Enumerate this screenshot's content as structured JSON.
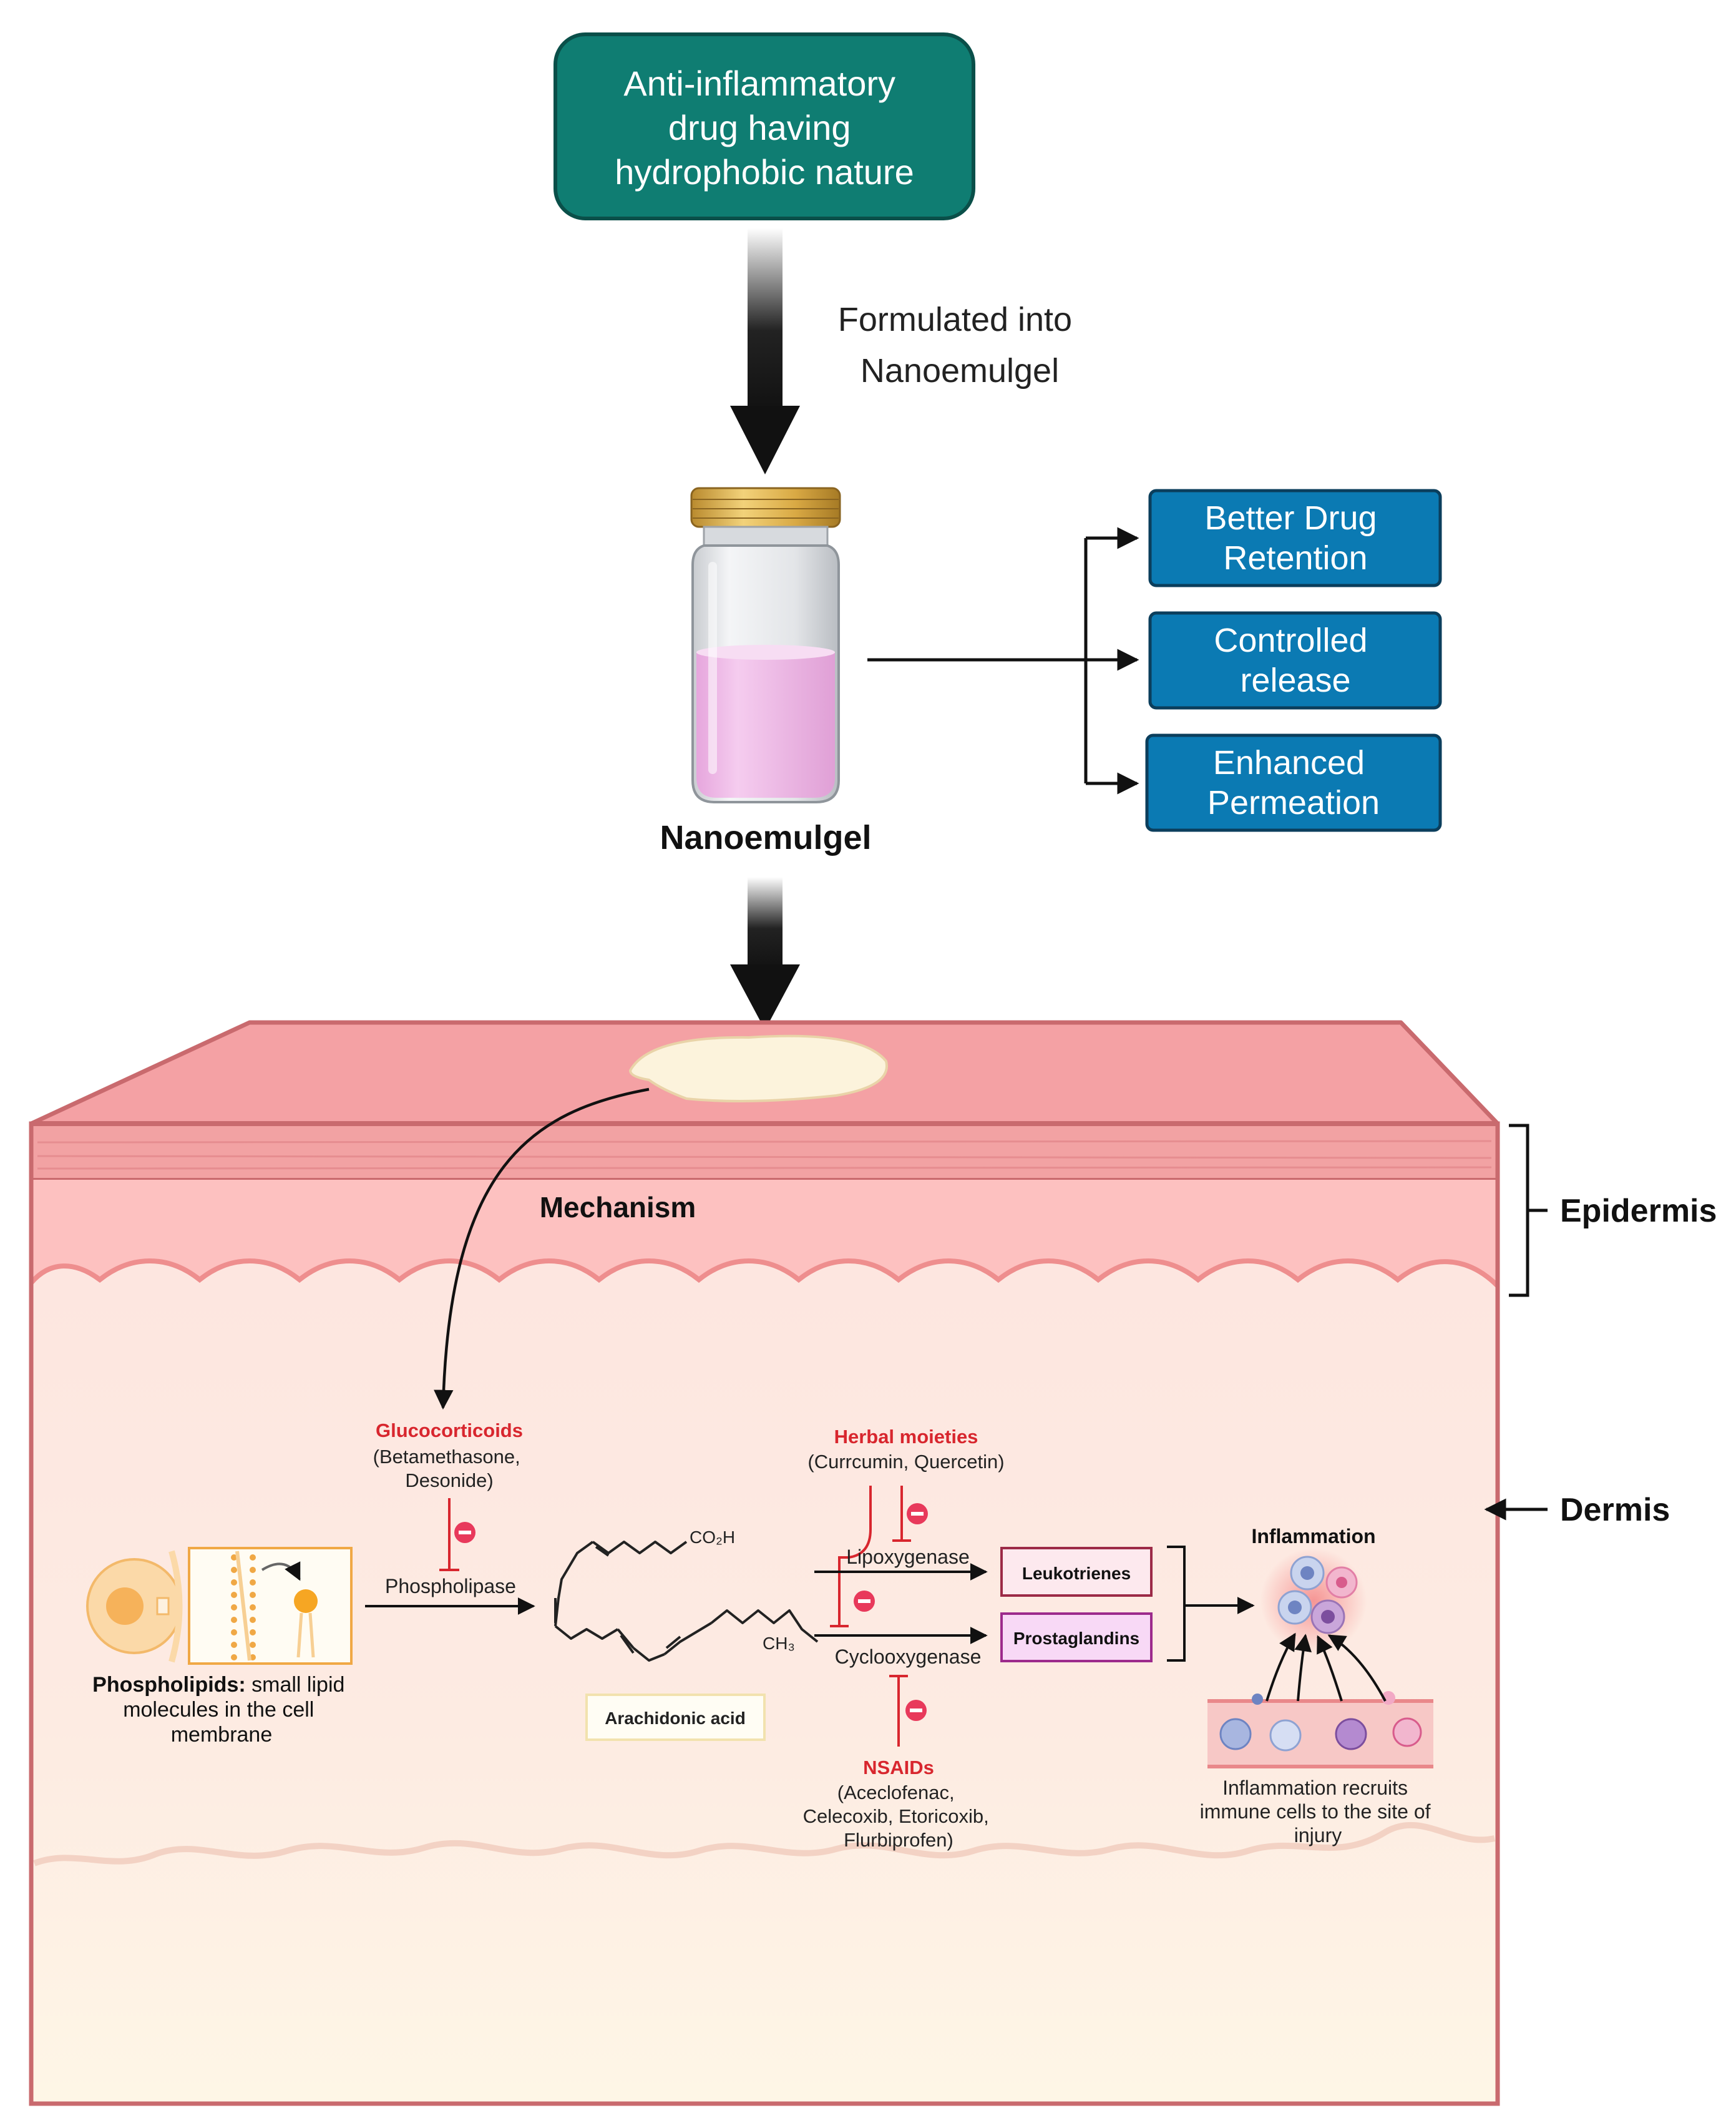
{
  "top_box": {
    "lines": [
      "Anti-inflammatory",
      "drug having",
      "hydrophobic nature"
    ]
  },
  "formulated_label": {
    "lines": [
      "Formulated into",
      "Nanoemulgel"
    ]
  },
  "vial_label": "Nanoemulgel",
  "benefits": [
    {
      "lines": [
        "Better Drug",
        "Retention"
      ]
    },
    {
      "lines": [
        "Controlled",
        "release"
      ]
    },
    {
      "lines": [
        "Enhanced",
        "Permeation"
      ]
    }
  ],
  "layers": {
    "epidermis": "Epidermis",
    "dermis": "Dermis"
  },
  "mechanism_title": "Mechanism",
  "glucocorticoids": {
    "title": "Glucocorticoids",
    "lines": [
      "(Betamethasone,",
      "Desonide)"
    ]
  },
  "phospholipase": "Phospholipase",
  "phospholipids": {
    "bold": "Phospholipids:",
    "rest": [
      "small lipid",
      "molecules in the cell",
      "membrane"
    ]
  },
  "arachidonic": {
    "label": "Arachidonic acid",
    "co2h": "CO₂H",
    "ch3": "CH₃"
  },
  "herbal": {
    "title": "Herbal moieties",
    "line": "(Currcumin, Quercetin)"
  },
  "enzymes": {
    "lipoxygenase": "Lipoxygenase",
    "cyclooxygenase": "Cyclooxygenase"
  },
  "products": {
    "leukotrienes": "Leukotrienes",
    "prostaglandins": "Prostaglandins"
  },
  "nsaids": {
    "title": "NSAIDs",
    "lines": [
      "(Aceclofenac,",
      "Celecoxib, Etoricoxib,",
      "Flurbiprofen)"
    ]
  },
  "inflammation": {
    "title": "Inflammation",
    "caption": [
      "Inflammation recruits",
      "immune cells to the site of",
      "injury"
    ]
  },
  "colors": {
    "teal": "#0F7D72",
    "blue": "#0B7AB3",
    "red": "#D8262E",
    "skin_top": "#F5A3A6",
    "dermis": "#FDE8E2"
  }
}
